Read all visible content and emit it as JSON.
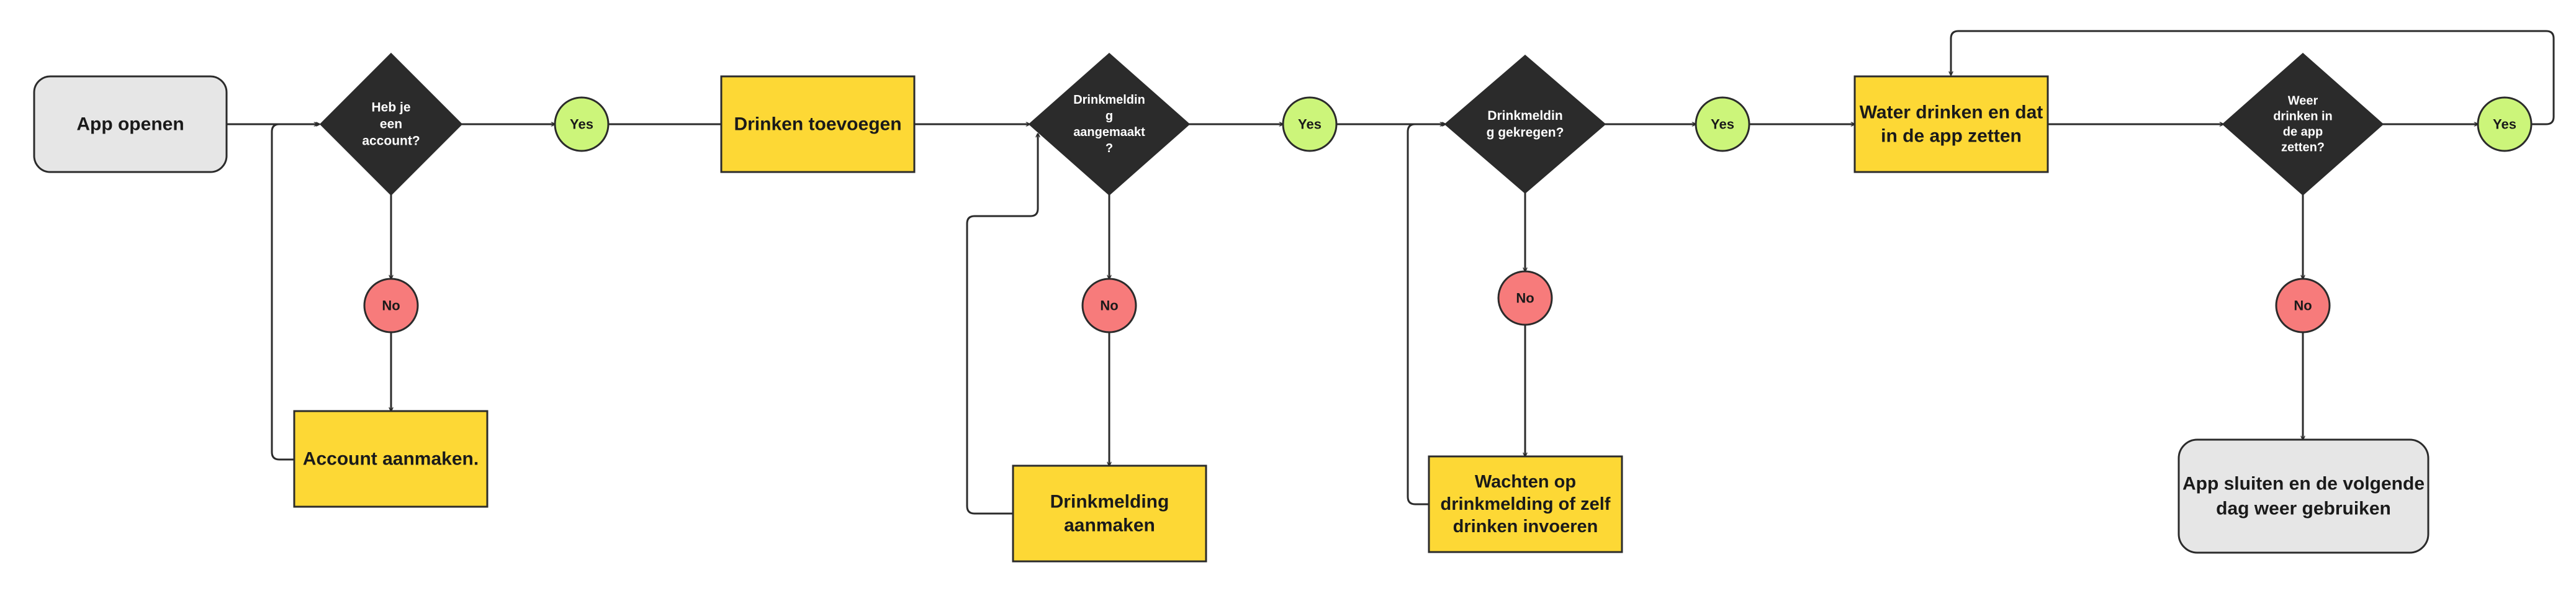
{
  "colors": {
    "terminal_fill": "#e6e6e6",
    "process_fill": "#fdd835",
    "decision_fill": "#2b2b2b",
    "yes_fill": "#ccf57a",
    "no_fill": "#f77b7b",
    "stroke": "#2b2b2b"
  },
  "nodes": {
    "start": {
      "lines": [
        "App openen"
      ]
    },
    "decision_account": {
      "lines": [
        "Heb je",
        "een",
        "account?"
      ]
    },
    "yes_1": {
      "lines": [
        "Yes"
      ]
    },
    "no_1": {
      "lines": [
        "No"
      ]
    },
    "create_account": {
      "lines": [
        "Account aanmaken."
      ]
    },
    "add_drinks": {
      "lines": [
        "Drinken toevoegen"
      ]
    },
    "decision_reminder_created": {
      "lines": [
        "Drinkmeldin",
        "g",
        "aangemaakt",
        "?"
      ]
    },
    "yes_2": {
      "lines": [
        "Yes"
      ]
    },
    "no_2": {
      "lines": [
        "No"
      ]
    },
    "create_reminder": {
      "lines": [
        "Drinkmelding",
        "aanmaken"
      ]
    },
    "decision_reminder_received": {
      "lines": [
        "Drinkmeldin",
        "g gekregen?"
      ]
    },
    "yes_3": {
      "lines": [
        "Yes"
      ]
    },
    "no_3": {
      "lines": [
        "No"
      ]
    },
    "wait_reminder": {
      "lines": [
        "Wachten op",
        "drinkmelding of zelf",
        "drinken invoeren"
      ]
    },
    "drink_water": {
      "lines": [
        "Water drinken en dat",
        "in de app zetten"
      ]
    },
    "decision_drink_again": {
      "lines": [
        "Weer",
        "drinken in",
        "de app",
        "zetten?"
      ]
    },
    "yes_4": {
      "lines": [
        "Yes"
      ]
    },
    "no_4": {
      "lines": [
        "No"
      ]
    },
    "end": {
      "lines": [
        "App sluiten en de volgende",
        "dag weer gebruiken"
      ]
    }
  }
}
